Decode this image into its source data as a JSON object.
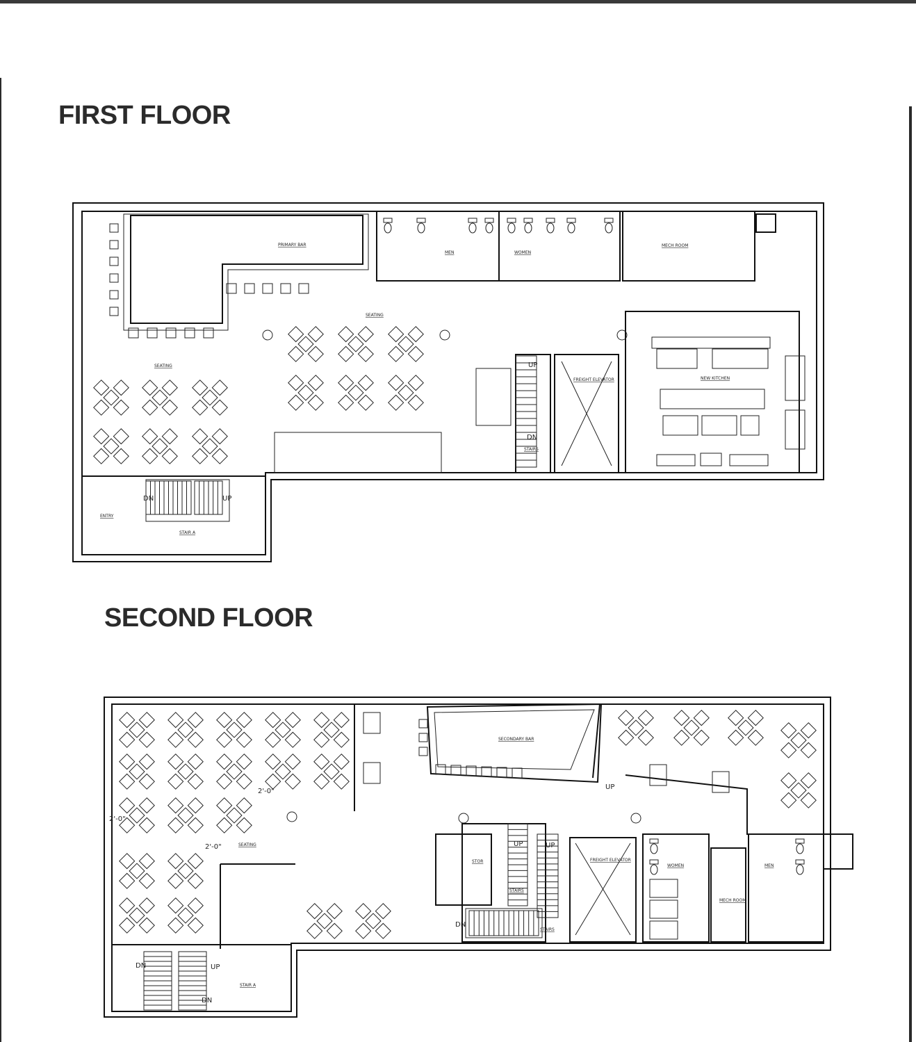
{
  "floors": {
    "first": {
      "title": "FIRST FLOOR",
      "rooms": {
        "primary_bar": "PRIMARY BAR",
        "men": "MEN",
        "women": "WOMEN",
        "mech_room": "MECH ROOM",
        "seating_main": "SEATING",
        "seating_left": "SEATING",
        "freight_elevator": "FREIGHT ELEVATOR",
        "stairs_b": "STAIRS",
        "stairs_a": "STAIR A",
        "entry": "ENTRY",
        "kitchen": "NEW KITCHEN"
      },
      "stair_marks": {
        "up_b": "UP",
        "dn_b": "DN",
        "dn_a": "DN",
        "up_a": "UP"
      }
    },
    "second": {
      "title": "SECOND FLOOR",
      "rooms": {
        "secondary_bar": "SECONDARY BAR",
        "seating": "SEATING",
        "stor": "STOR",
        "stairs_1": "STAIRS",
        "stairs_2": "STAIRS",
        "freight_elevator": "FREIGHT ELEVATOR",
        "women": "WOMEN",
        "mech_room": "MECH ROOM",
        "men": "MEN",
        "stair_a": "STAIR A"
      },
      "dims": {
        "d1": "2'-0\"",
        "d2": "2'-0\"",
        "d3": "2'-0\""
      },
      "stair_marks": {
        "up_bar": "UP",
        "up1": "UP",
        "up2": "UP",
        "dn_mid": "DN",
        "dn_a1": "DN",
        "up_a": "UP",
        "dn_a2": "DN"
      }
    }
  }
}
